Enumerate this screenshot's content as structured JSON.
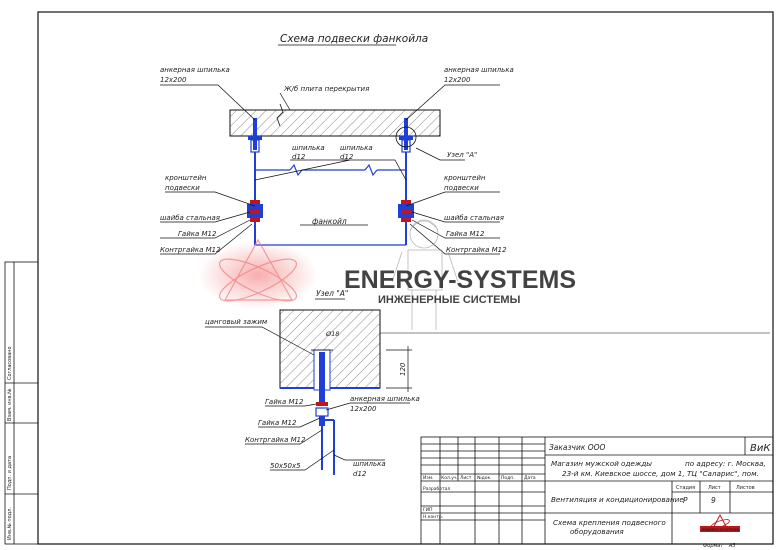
{
  "title": "Схема подвески фанкойла",
  "upper_labels": {
    "anchor_left": [
      "анкерная шпилька",
      "12x200"
    ],
    "anchor_right": [
      "анкерная шпилька",
      "12x200"
    ],
    "slab": "Ж/б плита перекрытия",
    "stud_left": [
      "шпилька",
      "d12"
    ],
    "stud_mid": [
      "шпилька",
      "d12"
    ],
    "node_ref": "Узел \"А\"",
    "bracket_left": [
      "кронштейн",
      "подвески"
    ],
    "bracket_right": [
      "кронштейн",
      "подвески"
    ],
    "washer_left": "шайба стальная",
    "washer_right": "шайба стальная",
    "unit": "фанкойл",
    "nut_left": "Гайка М12",
    "nut_right": "Гайка М12",
    "locknut_left": "Контргайка М12",
    "locknut_right": "Контргайка М12"
  },
  "detail": {
    "title": "Узел \"А\"",
    "clamp": "цанговый зажим",
    "dia": "Ø18",
    "depth": "120",
    "nut1": "Гайка М12",
    "anchor": [
      "анкерная шпилька",
      "12x200"
    ],
    "nut2": "Гайка М12",
    "locknut": "Контргайка М12",
    "profile": "50x50x5",
    "stud": [
      "шпилька",
      "d12"
    ]
  },
  "watermark": {
    "brand": "ENERGY-SYSTEMS",
    "tagline": "ИНЖЕНЕРНЫЕ СИСТЕМЫ"
  },
  "side_stamp": [
    "Согласовано",
    "Взам. инв.№",
    "Подп. и дата",
    "Инв.№ подл."
  ],
  "title_block": {
    "customer": "Заказчик ООО",
    "code": "ВиК",
    "object_line1_left": "Магазин мужской одежды",
    "object_line1_right": "по адресу: г. Москва,",
    "object_line2": "23-й км. Киевское шоссе, дом 1, ТЦ \"Саларис\", пом.",
    "col_headers": [
      "Изм.",
      "Кол.уч.",
      "Лист",
      "№док.",
      "Подп.",
      "Дата"
    ],
    "roles": [
      "Разработал",
      "",
      "ГИП",
      "Н.контр."
    ],
    "section": "Вентиляция и кондиционирование",
    "stage_headers": [
      "Стадия",
      "Лист",
      "Листов"
    ],
    "stage_values": [
      "Р",
      "9",
      ""
    ],
    "sheet_name": [
      "Схема крепления подвесного",
      "оборудования"
    ],
    "logo_text": "ENERGY-SYSTEMS",
    "format_label": "Формат",
    "format_value": "А3"
  },
  "colors": {
    "steel": "#1f3fd6",
    "nut": "#c0161b",
    "line": "#111111",
    "watermark": "#7a7a7a",
    "watermark_logo": "#f08080"
  }
}
